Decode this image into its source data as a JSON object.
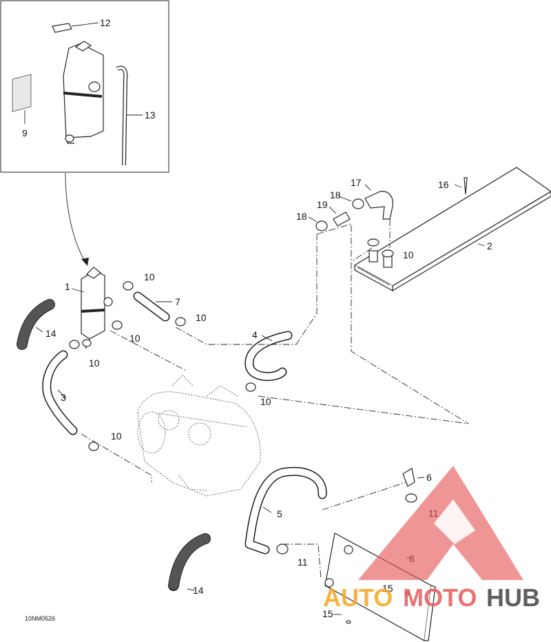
{
  "diagram": {
    "reference_code": "10NM0526",
    "callouts": [
      "1",
      "2",
      "3",
      "4",
      "5",
      "6",
      "7",
      "8",
      "9",
      "10",
      "11",
      "12",
      "13",
      "14",
      "15",
      "16",
      "17",
      "18",
      "19"
    ]
  },
  "watermark": {
    "part1": "AUTO",
    "part2": "MOTO",
    "part3": "HUB",
    "color_auto": "#f5a623",
    "color_moto": "#e85a5a",
    "color_hub": "#444444",
    "triangle_color": "#e85a5a"
  }
}
